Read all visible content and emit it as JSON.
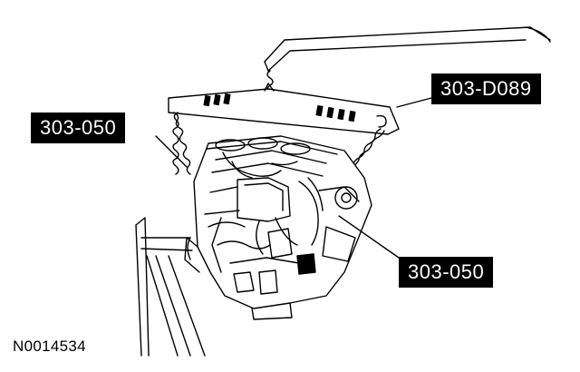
{
  "callouts": {
    "lifting_bracket_tool": "303-D089",
    "lifting_eye_left": "303-050",
    "lifting_eye_right": "303-050"
  },
  "figure_code": "N0014534",
  "colors": {
    "ink": "#000000",
    "paper": "#ffffff"
  }
}
